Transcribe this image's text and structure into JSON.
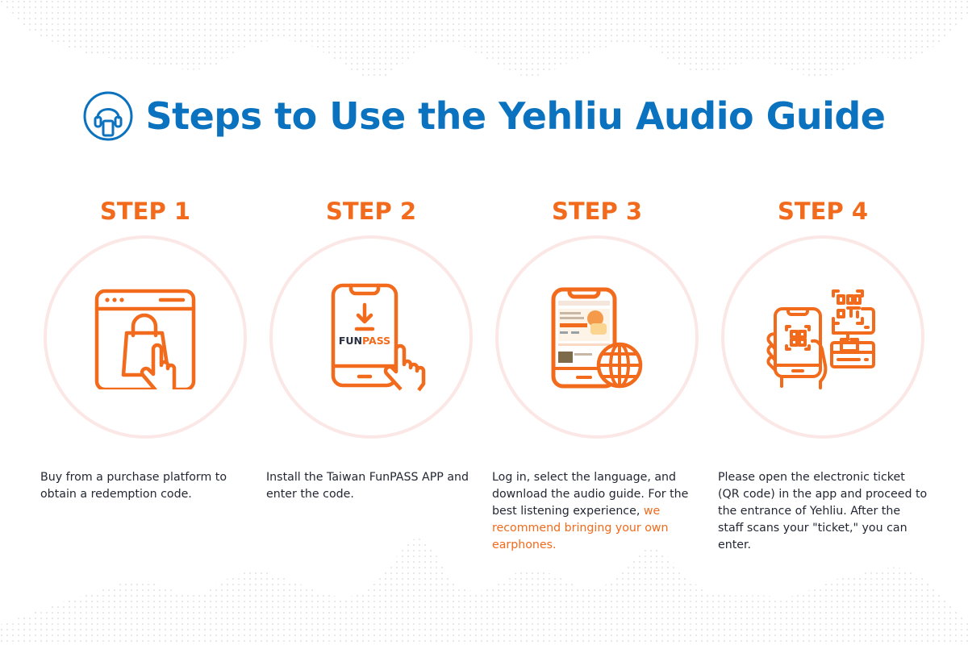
{
  "title": "Steps to Use the Yehliu Audio Guide",
  "title_icon": "headphones-phone-icon",
  "colors": {
    "title_blue": "#0a72be",
    "accent_orange": "#f26a1b",
    "circle_pink": "#fbe7e5",
    "body_text": "#222733"
  },
  "steps": [
    {
      "label": "STEP 1",
      "icon": "browser-shopping-bag-tap-icon",
      "text": "Buy from a purchase platform to obtain a redemption code.",
      "highlight": ""
    },
    {
      "label": "STEP 2",
      "icon": "phone-download-funpass-icon",
      "icon_text": {
        "fun": "FUN",
        "pass": "PASS"
      },
      "text": "Install the Taiwan FunPASS APP and enter the code.",
      "highlight": ""
    },
    {
      "label": "STEP 3",
      "icon": "phone-app-globe-icon",
      "text": "Log in, select the language, and download the audio guide. For the best listening experience, ",
      "highlight": "we recommend bringing your own earphones."
    },
    {
      "label": "STEP 4",
      "icon": "phone-qr-scanner-icon",
      "text": "Please open the electronic ticket (QR code) in the app and proceed to the entrance of Yehliu. After the staff scans your \"ticket,\" you can enter.",
      "highlight": ""
    }
  ]
}
